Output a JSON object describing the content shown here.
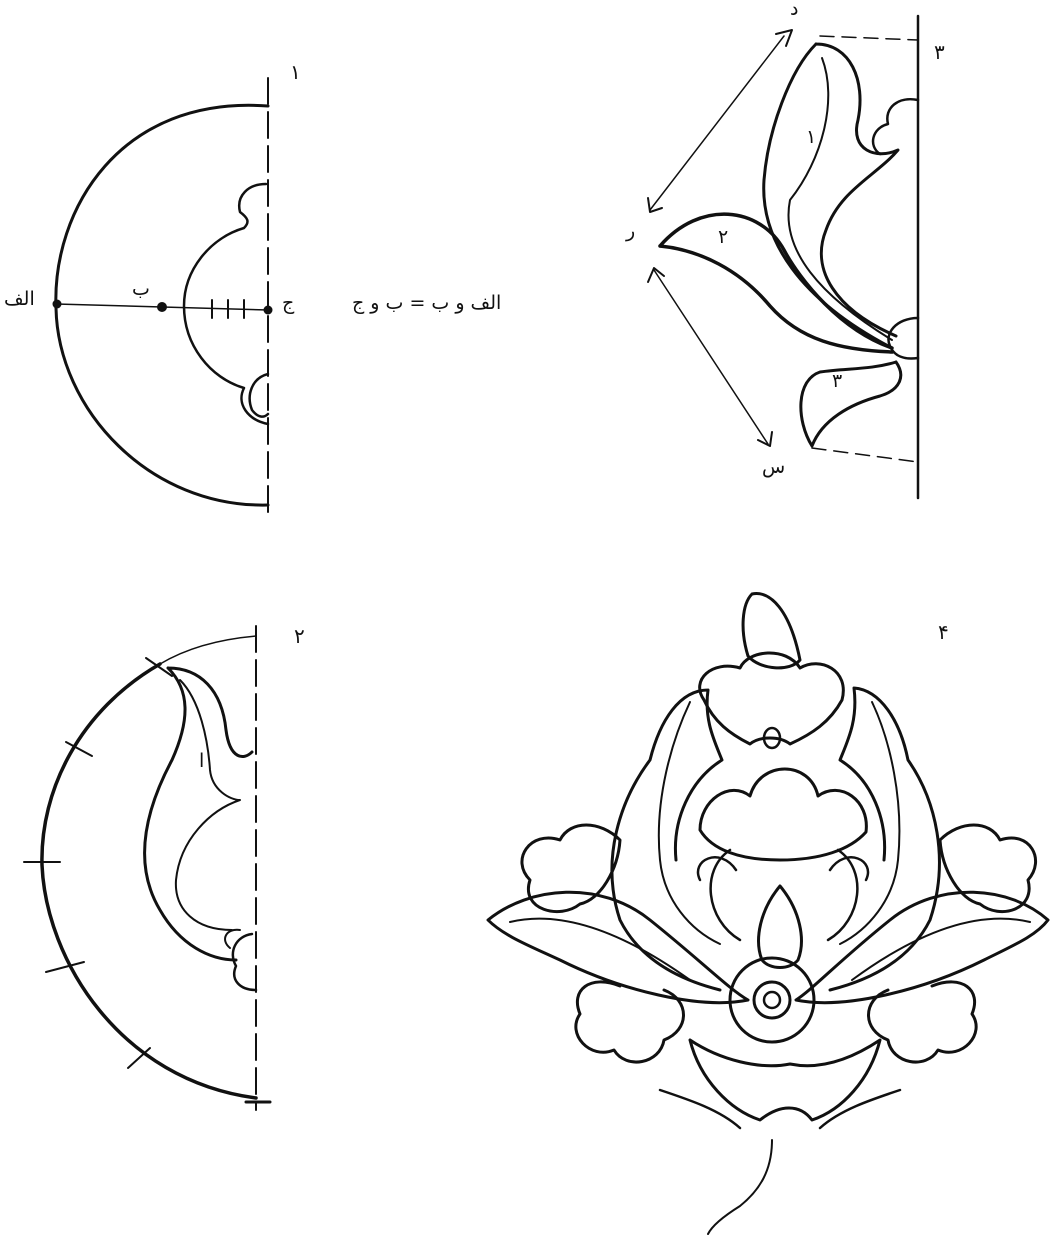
{
  "figures": {
    "fig1": {
      "number": "۱",
      "point_a": "الف",
      "point_b": "ب",
      "point_c": "ج",
      "equation": "الف و ب = ب و ج"
    },
    "fig2": {
      "number": "۲",
      "petal_label": "ا"
    },
    "fig3": {
      "number": "۳",
      "point_d": "د",
      "point_r": "ر",
      "point_s": "س",
      "petal_1": "۱",
      "petal_2": "۲",
      "petal_3": "۳"
    },
    "fig4": {
      "number": "۴"
    }
  },
  "colors": {
    "ink": "#111111",
    "paper": "#ffffff"
  }
}
